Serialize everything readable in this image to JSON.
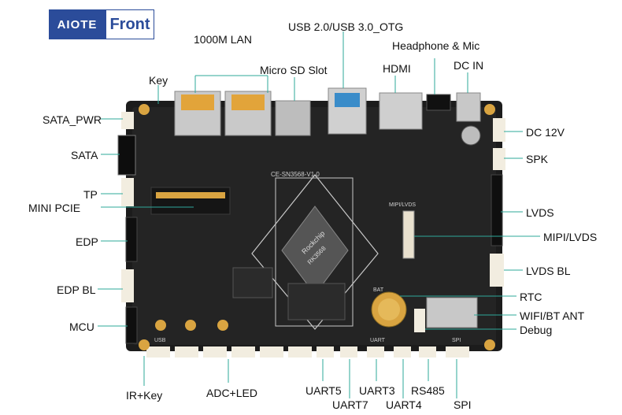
{
  "logo": {
    "brand": "AIOTE",
    "suffix": "Front"
  },
  "labels": {
    "top": {
      "lan": "1000M LAN",
      "usb": "USB 2.0/USB 3.0_OTG",
      "headphone": "Headphone & Mic",
      "key": "Key",
      "micro_sd": "Micro SD Slot",
      "hdmi": "HDMI",
      "dc_in": "DC IN"
    },
    "left": {
      "sata_pwr": "SATA_PWR",
      "sata": "SATA",
      "tp": "TP",
      "mini_pcie": "MINI PCIE",
      "edp": "EDP",
      "edp_bl": "EDP BL",
      "mcu": "MCU"
    },
    "right": {
      "dc12v": "DC 12V",
      "spk": "SPK",
      "lvds": "LVDS",
      "mipi_lvds": "MIPI/LVDS",
      "lvds_bl": "LVDS BL",
      "rtc": "RTC",
      "wifi_bt": "WIFI/BT ANT",
      "debug": "Debug"
    },
    "bottom": {
      "ir_key": "IR+Key",
      "adc_led": "ADC+LED",
      "uart5": "UART5",
      "uart7": "UART7",
      "uart3": "UART3",
      "uart4": "UART4",
      "rs485": "RS485",
      "spi": "SPI"
    }
  },
  "board": {
    "soc_brand": "Rockchip",
    "soc_model": "RK3568",
    "board_id": "CE-SN3568-V1.0",
    "connector_mark": "MIPI/LVDS",
    "battery_mark": "BAT",
    "silk_uart": "UART",
    "silk_usb": "USB",
    "silk_spi": "SPI"
  },
  "colors": {
    "pcb": "#1c1c1c",
    "connector_white": "#f2ede0",
    "gold": "#d9a441",
    "silver": "#c8c8c8",
    "leader": "#2ea89a",
    "logo_blue": "#2b4c9a"
  }
}
